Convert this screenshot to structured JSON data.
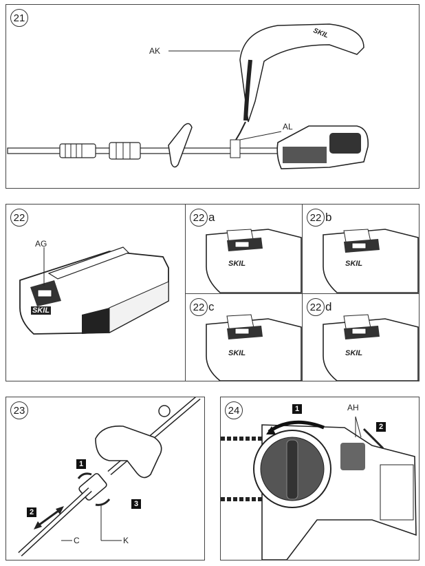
{
  "figures": {
    "f21": {
      "number": "21",
      "labels": {
        "strap": "AK",
        "hook": "AL"
      },
      "brand": "SKIL"
    },
    "f22": {
      "number": "22",
      "labels": {
        "latch": "AG"
      },
      "brand": "SKIL"
    },
    "f22a": {
      "number": "22",
      "suffix": "a",
      "brand": "SKIL"
    },
    "f22b": {
      "number": "22",
      "suffix": "b",
      "brand": "SKIL"
    },
    "f22c": {
      "number": "22",
      "suffix": "c",
      "brand": "SKIL"
    },
    "f22d": {
      "number": "22",
      "suffix": "d",
      "brand": "SKIL"
    },
    "f23": {
      "number": "23",
      "labels": {
        "shaft": "C",
        "collar": "K"
      },
      "steps": [
        "1",
        "2",
        "3"
      ]
    },
    "f24": {
      "number": "24",
      "labels": {
        "vents": "AH"
      },
      "steps": [
        "1",
        "2"
      ]
    }
  }
}
